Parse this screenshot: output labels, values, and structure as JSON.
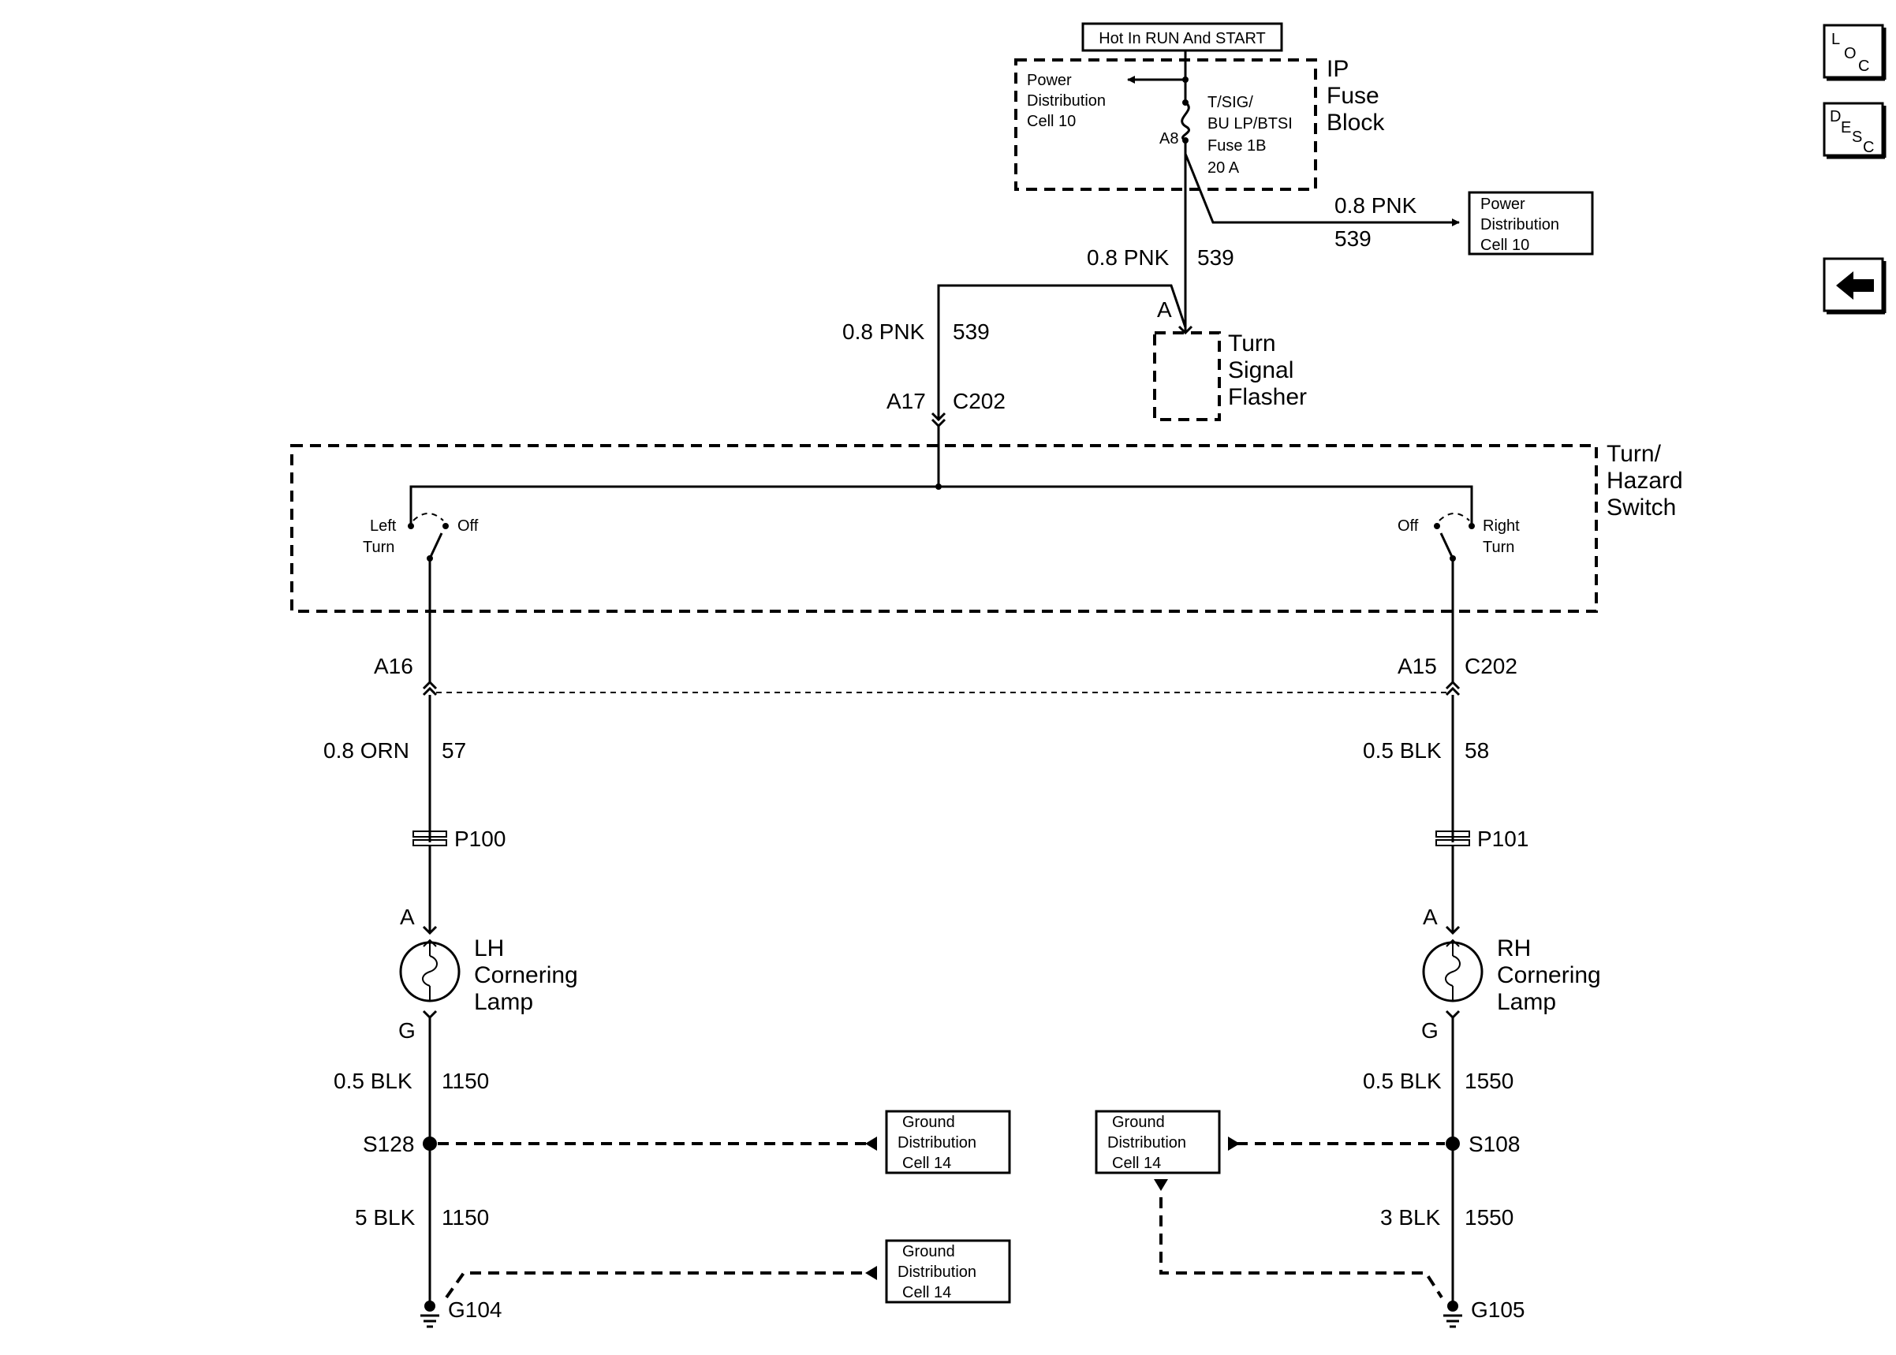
{
  "source": {
    "hot_label": "Hot In RUN And START",
    "power_dist_cell": [
      "Power",
      "Distribution",
      "Cell 10"
    ],
    "fuse_block": [
      "IP",
      "Fuse",
      "Block"
    ],
    "fuse": [
      "T/SIG/",
      "BU LP/BTSI",
      "Fuse 1B",
      "20 A"
    ],
    "fuse_pin": "A8",
    "out_wire": "0.8 PNK",
    "out_circuit": "539",
    "out_cell": [
      "Power",
      "Distribution",
      "Cell 10"
    ]
  },
  "flasher": {
    "wire": "0.8 PNK",
    "circuit": "539",
    "pin": "A",
    "name": [
      "Turn",
      "Signal",
      "Flasher"
    ]
  },
  "feed": {
    "wire": "0.8 PNK",
    "circuit": "539",
    "pin": "A17",
    "connector": "C202"
  },
  "switch": {
    "name": [
      "Turn/",
      "Hazard",
      "Switch"
    ],
    "left_labels": [
      "Left",
      "Turn"
    ],
    "right_labels": [
      "Right",
      "Turn"
    ],
    "off_label": "Off"
  },
  "left": {
    "pin": "A16",
    "wire": "0.8 ORN",
    "circuit": "57",
    "inline": "P100",
    "lamp_pin_a": "A",
    "lamp": [
      "LH",
      "Cornering",
      "Lamp"
    ],
    "lamp_pin_g": "G",
    "ground_wire": "0.5 BLK",
    "ground_circuit": "1150",
    "splice": "S128",
    "ground_wire2": "5 BLK",
    "ground_circuit2": "1150",
    "ground": "G104"
  },
  "right": {
    "pin": "A15",
    "connector": "C202",
    "wire": "0.5 BLK",
    "circuit": "58",
    "inline": "P101",
    "lamp_pin_a": "A",
    "lamp": [
      "RH",
      "Cornering",
      "Lamp"
    ],
    "lamp_pin_g": "G",
    "ground_wire": "0.5 BLK",
    "ground_circuit": "1550",
    "splice": "S108",
    "ground_wire2": "3 BLK",
    "ground_circuit2": "1550",
    "ground": "G105"
  },
  "ground_cell": [
    "Ground",
    "Distribution",
    "Cell 14"
  ],
  "nav": {
    "loc": [
      "L",
      "O",
      "C"
    ],
    "desc": [
      "D",
      "E",
      "S",
      "C"
    ],
    "back_icon": "left-arrow-icon"
  }
}
